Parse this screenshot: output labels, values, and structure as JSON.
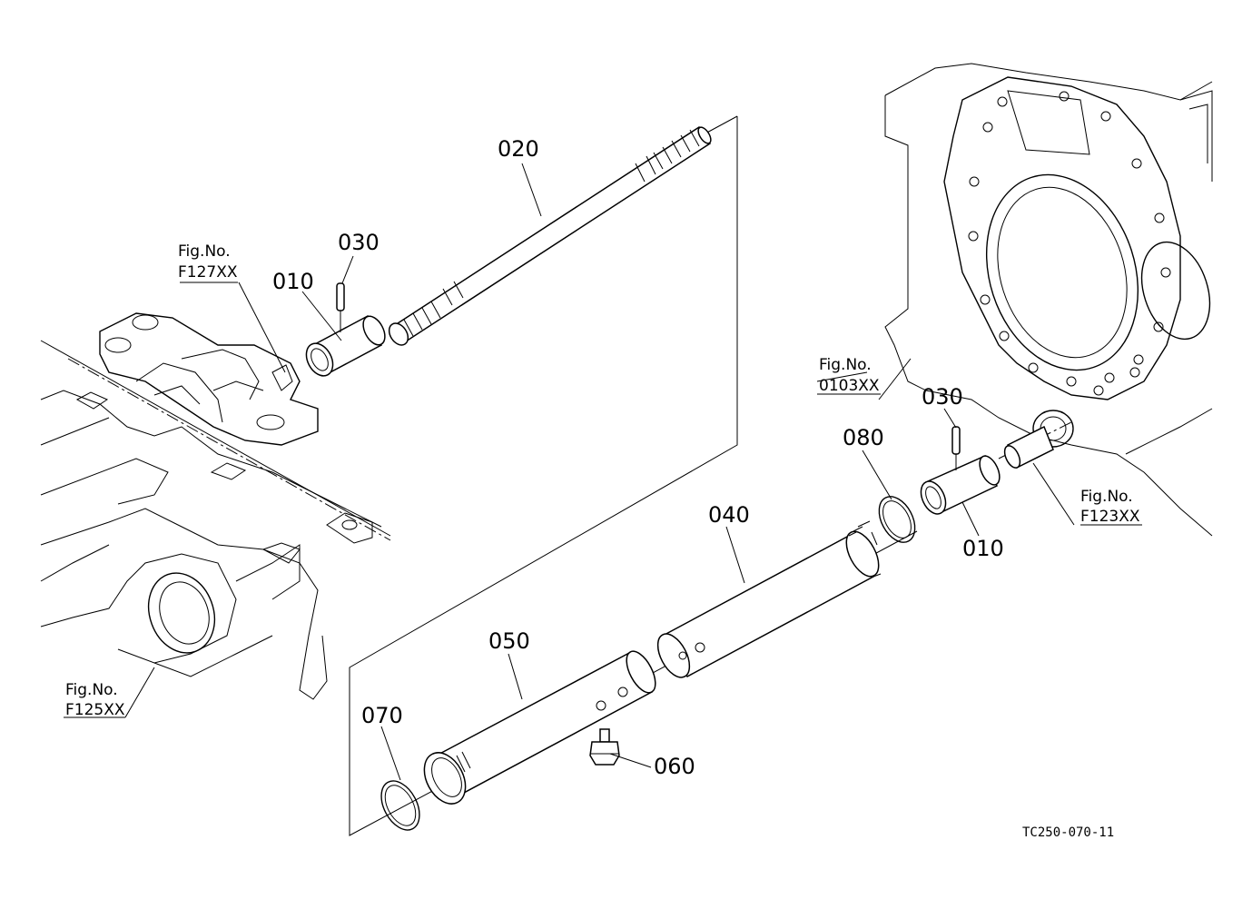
{
  "parts": [
    {
      "id": "p010a",
      "number": "010"
    },
    {
      "id": "p020",
      "number": "020"
    },
    {
      "id": "p030a",
      "number": "030"
    },
    {
      "id": "p030b",
      "number": "030"
    },
    {
      "id": "p080",
      "number": "080"
    },
    {
      "id": "p010b",
      "number": "010"
    },
    {
      "id": "p040",
      "number": "040"
    },
    {
      "id": "p050",
      "number": "050"
    },
    {
      "id": "p060",
      "number": "060"
    },
    {
      "id": "p070",
      "number": "070"
    }
  ],
  "figure_refs": [
    {
      "id": "f127",
      "label": "Fig.No.",
      "code": "F127XX"
    },
    {
      "id": "f103",
      "label": "Fig.No.",
      "code": "0103XX"
    },
    {
      "id": "f123",
      "label": "Fig.No.",
      "code": "F123XX"
    },
    {
      "id": "f125",
      "label": "Fig.No.",
      "code": "F125XX"
    }
  ],
  "drawing_code": "TC250-070-11"
}
